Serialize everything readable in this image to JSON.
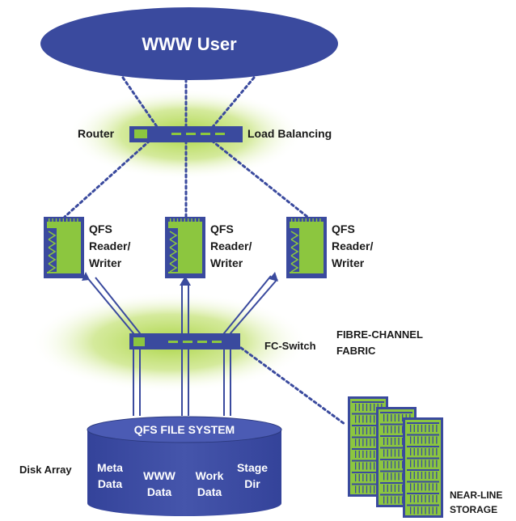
{
  "user": {
    "label": "WWW User"
  },
  "router": {
    "label": "Router",
    "load_balancing_label": "Load Balancing"
  },
  "servers": [
    {
      "line1": "QFS",
      "line2": "Reader/",
      "line3": "Writer"
    },
    {
      "line1": "QFS",
      "line2": "Reader/",
      "line3": "Writer"
    },
    {
      "line1": "QFS",
      "line2": "Reader/",
      "line3": "Writer"
    }
  ],
  "switch": {
    "label": "FC-Switch"
  },
  "fabric": {
    "line1": "FIBRE-CHANNEL",
    "line2": "FABRIC"
  },
  "filesystem": {
    "title": "QFS FILE SYSTEM",
    "array_label": "Disk Array",
    "segments": [
      {
        "line1": "Meta",
        "line2": "Data"
      },
      {
        "line1": "WWW",
        "line2": "Data"
      },
      {
        "line1": "Work",
        "line2": "Data"
      },
      {
        "line1": "Stage",
        "line2": "Dir"
      }
    ]
  },
  "storage": {
    "line1": "NEAR-LINE",
    "line2": "STORAGE"
  },
  "colors": {
    "primary_blue": "#3a4a9e",
    "dark_blue": "#2c3a80",
    "green": "#8cc63f",
    "glow_green": "#a6d23a",
    "text": "#1a1a1a"
  }
}
